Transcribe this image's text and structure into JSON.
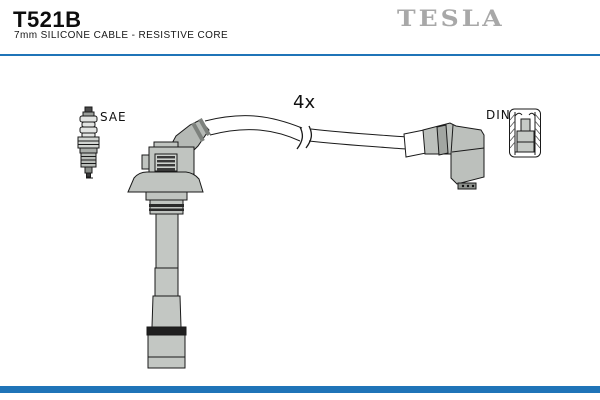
{
  "header": {
    "part_number": "T521B",
    "subtitle": "7mm SILICONE CABLE - RESISTIVE CORE",
    "brand_logo": "TESLA"
  },
  "diagram": {
    "quantity_label": "4x",
    "spark_plug_label": "SAE",
    "connector_label": "DIN",
    "parts": [
      {
        "name": "spark-plug",
        "standard": "SAE"
      },
      {
        "name": "coil-on-plug-boot"
      },
      {
        "name": "ignition-cable",
        "break_marks": true
      },
      {
        "name": "distributor-boot",
        "standard": "DIN"
      },
      {
        "name": "terminal-cutaway"
      }
    ]
  },
  "colors": {
    "accent_blue": "#1f74b8",
    "logo_gray": "#a8a8a8",
    "outline_black": "#1a1a1a",
    "part_fill_light": "#c3c7c3",
    "part_fill_mid": "#a2a6a2",
    "part_fill_dark": "#7d817d"
  }
}
